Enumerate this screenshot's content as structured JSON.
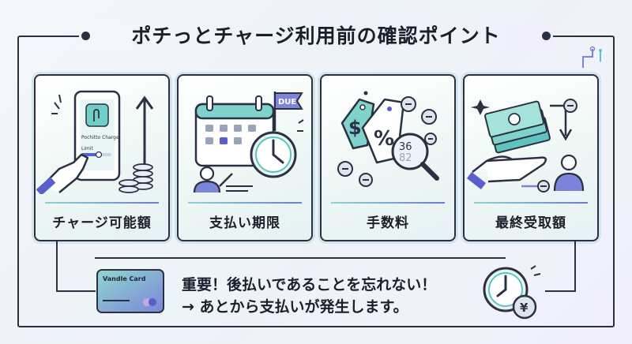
{
  "title": "ポチっとチャージ利用前の確認ポイント",
  "cards": [
    {
      "label": "チャージ可能額",
      "icon": "phone-charge-icon",
      "phone_app": "Pochitto Charge",
      "phone_limit": "Limit"
    },
    {
      "label": "支払い期限",
      "icon": "calendar-clock-icon",
      "flag": "DUE"
    },
    {
      "label": "手数料",
      "icon": "fee-tags-icon",
      "magnifier_text": "36\n82"
    },
    {
      "label": "最終受取額",
      "icon": "money-hand-icon"
    }
  ],
  "notice": {
    "card_brand": "Vandle Card",
    "line1": "重要！後払いであることを忘れない！",
    "line2": "→ あとから支払いが発生します。",
    "coin_symbol": "¥"
  },
  "colors": {
    "ink": "#2b3142",
    "teal": "#5ec4bd",
    "indigo": "#5a5fc9"
  }
}
